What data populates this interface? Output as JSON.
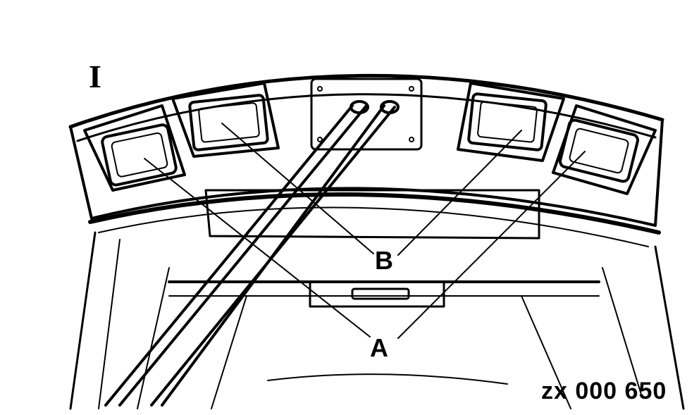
{
  "figure": {
    "panel_label": "I",
    "figure_id": "zx 000 650",
    "callouts": {
      "a": "A",
      "b": "B"
    },
    "description": "Overhead console with four lamps: outer lamps labeled A, inner lamps labeled B"
  },
  "colors": {
    "ink": "#000000",
    "paper": "#ffffff"
  }
}
